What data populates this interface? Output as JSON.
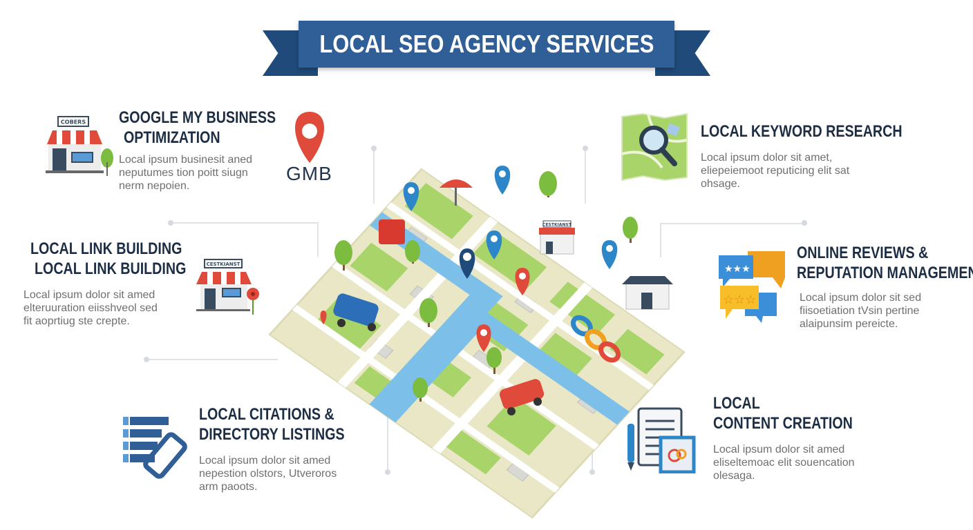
{
  "header": {
    "title": "LOCAL SEO AGENCY SERVICES"
  },
  "gmb_badge": {
    "label": "GMB",
    "icon": "map-pin-icon"
  },
  "services": [
    {
      "id": "gmb",
      "title_lines": [
        "GOOGLE MY BUSINESS",
        "OPTIMIZATION"
      ],
      "description": "Local ipsum businesit aned\nneputumes tion poitt siugn\nnerm nepoien.",
      "icon": "storefront-icon",
      "sign": "COBERS"
    },
    {
      "id": "link",
      "title_lines": [
        "LOCAL LINK BUILDING",
        "LOCAL LINK BUILDING"
      ],
      "description": "Local ipsum dolor sit amed\nelteruuration eiisshveol sed\nfit aoprtiug ste crepte.",
      "icon": "storefront-flower-icon",
      "sign": "CESTKIANST"
    },
    {
      "id": "citations",
      "title_lines": [
        "LOCAL CITATIONS &",
        "DIRECTORY LISTINGS"
      ],
      "description": "Local ipsum dolor sit amed\nnepestion olstors, Utveroros\narm paoots.",
      "icon": "directory-list-icon"
    },
    {
      "id": "keyword",
      "title_lines": [
        "LOCAL KEYWORD RESEARCH"
      ],
      "description": "Local ipsum dolor sit amet,\neliepeiemoot reputicing elit sat\nohsage.",
      "icon": "map-magnifier-icon"
    },
    {
      "id": "reviews",
      "title_lines": [
        "ONLINE REVIEWS &",
        "REPUTATION MANAGEMENT"
      ],
      "description": "Local ipsum dolor sit sed\nfiisoetiation tVsin pertine\nalaipunsim pereicte.",
      "icon": "review-bubbles-icon"
    },
    {
      "id": "content",
      "title_lines": [
        "LOCAL",
        "CONTENT CREATION"
      ],
      "description": "Local ipsum dolor sit amed\neliseltemoac elit souencation\nolesaga.",
      "icon": "document-pen-icon"
    }
  ],
  "map": {
    "shop_sign": "CESTKIANST",
    "icon": "isometric-city-map"
  },
  "colors": {
    "banner": "#2f5f96",
    "banner_tail": "#1f4a7a",
    "heading": "#1c2d44",
    "body": "#6f6f72",
    "pin_red": "#e04a3a",
    "pin_blue": "#2d86c8",
    "green": "#a9d46a",
    "river": "#7cc0ea",
    "ground": "#e9e7c6"
  }
}
